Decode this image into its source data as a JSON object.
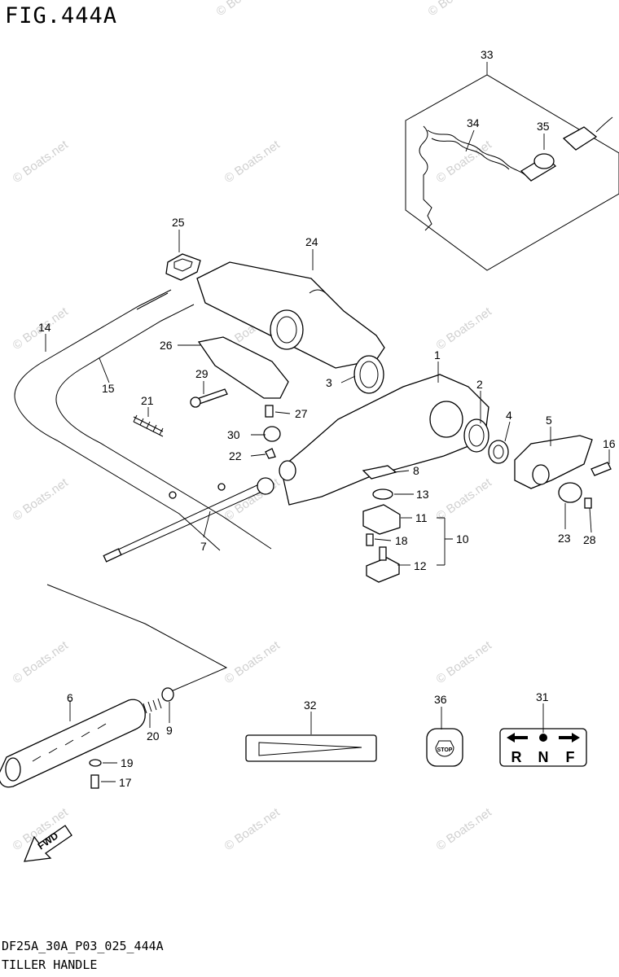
{
  "figure": {
    "title": "FIG.444A",
    "code": "DF25A_30A_P03_025_444A",
    "name": "TILLER HANDLE"
  },
  "watermark": "© Boats.net",
  "callouts": [
    "1",
    "2",
    "3",
    "4",
    "5",
    "6",
    "7",
    "8",
    "9",
    "10",
    "11",
    "12",
    "13",
    "14",
    "15",
    "16",
    "17",
    "18",
    "19",
    "20",
    "21",
    "22",
    "23",
    "24",
    "25",
    "26",
    "27",
    "28",
    "29",
    "30",
    "31",
    "32",
    "33",
    "34",
    "35",
    "36"
  ],
  "signs": {
    "fwd": "FWD",
    "stop": "STOP",
    "shift_r": "R",
    "shift_n": "N",
    "shift_f": "F"
  },
  "icons": [
    "arrow-left-icon",
    "arrow-right-icon",
    "neutral-dot-icon",
    "fwd-arrow-icon"
  ]
}
